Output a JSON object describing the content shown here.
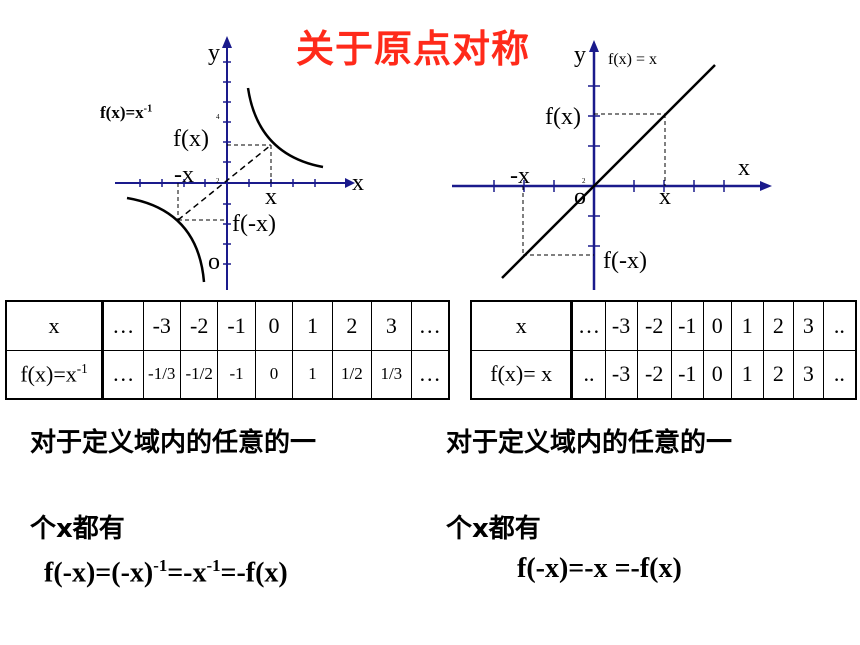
{
  "title": "关于原点对称",
  "left_graph": {
    "func_label": "f(x)=x",
    "func_exp": "-1",
    "y_axis": "y",
    "x_axis": "x",
    "fx": "f(x)",
    "neg_x": "-x",
    "x_tick": "x",
    "f_neg_x": "f(-x)",
    "origin": "o",
    "tick_4": "4",
    "tick_2": "2"
  },
  "right_graph": {
    "func_label": "f(x) = x",
    "y_axis": "y",
    "x_axis": "x",
    "fx": "f(x)",
    "neg_x": "-x",
    "x_tick": "x",
    "f_neg_x": "f(-x)",
    "origin": "o",
    "tick_2": "2"
  },
  "table_left": {
    "row1_head": "x",
    "row1": [
      "…",
      "-3",
      "-2",
      "-1",
      "0",
      "1",
      "2",
      "3",
      "…"
    ],
    "row2_head": "f(x)=x",
    "row2_head_exp": "-1",
    "row2": [
      "…",
      "-1/3",
      "-1/2",
      "-1",
      "0",
      "1",
      "1/2",
      "1/3",
      "…"
    ]
  },
  "table_right": {
    "row1_head": "x",
    "row1": [
      "…",
      "-3",
      "-2",
      "-1",
      "0",
      "1",
      "2",
      "3",
      ".."
    ],
    "row2_head": "f(x)= x",
    "row2": [
      "..",
      "-3",
      "-2",
      "-1",
      "0",
      "1",
      "2",
      "3",
      ".."
    ]
  },
  "left_text": {
    "line1": "对于定义域内的任意的一",
    "line2": "个x都有",
    "formula_a": "f(-x)=(-x)",
    "formula_a_exp": "-1",
    "formula_b": "=-x",
    "formula_b_exp": "-1",
    "formula_c": "=-f(x)"
  },
  "right_text": {
    "line1": "对于定义域内的任意的一",
    "line2": "个x都有",
    "formula": "f(-x)=-x =-f(x)"
  }
}
